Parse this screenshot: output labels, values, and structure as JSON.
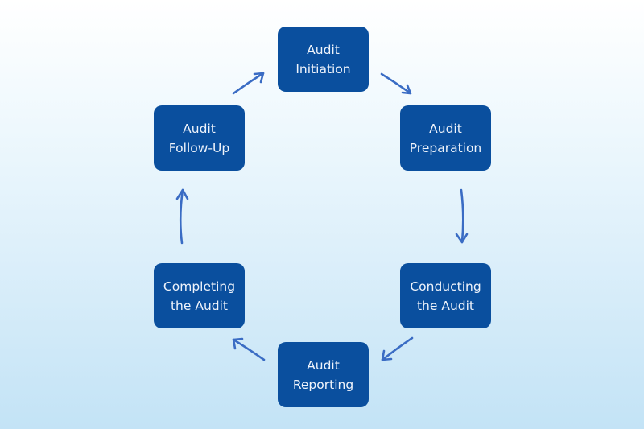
{
  "diagram": {
    "type": "cycle",
    "steps": [
      {
        "line1": "Audit",
        "line2": "Initiation"
      },
      {
        "line1": "Audit",
        "line2": "Preparation"
      },
      {
        "line1": "Conducting",
        "line2": "the Audit"
      },
      {
        "line1": "Audit",
        "line2": "Reporting"
      },
      {
        "line1": "Completing",
        "line2": "the Audit"
      },
      {
        "line1": "Audit",
        "line2": "Follow-Up"
      }
    ],
    "flow": [
      {
        "from": "Audit Initiation",
        "to": "Audit Preparation"
      },
      {
        "from": "Audit Preparation",
        "to": "Conducting the Audit"
      },
      {
        "from": "Conducting the Audit",
        "to": "Audit Reporting"
      },
      {
        "from": "Audit Reporting",
        "to": "Completing the Audit"
      },
      {
        "from": "Completing the Audit",
        "to": "Audit Follow-Up"
      },
      {
        "from": "Audit Follow-Up",
        "to": "Audit Initiation"
      }
    ],
    "colors": {
      "box_fill": "#0a4f9e",
      "box_text": "#eef3fb",
      "arrow": "#3a6cc4",
      "background_top": "#ffffff",
      "background_bottom": "#c3e3f6"
    }
  }
}
